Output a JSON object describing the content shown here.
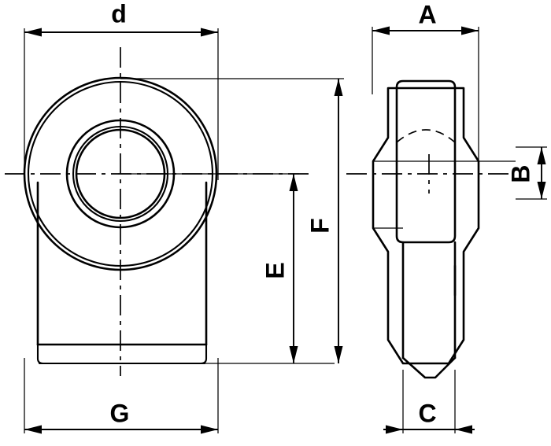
{
  "drawing": {
    "title": "Rod End Bearing Dimensioned Drawing",
    "line_color": "#000000",
    "background_color": "#ffffff",
    "views": [
      {
        "name": "front-view",
        "label": ""
      },
      {
        "name": "side-view",
        "label": ""
      }
    ],
    "dimensions": {
      "d": {
        "label": "d",
        "orientation": "horizontal",
        "view": "front-view",
        "position": "top"
      },
      "G": {
        "label": "G",
        "orientation": "horizontal",
        "view": "front-view",
        "position": "bottom"
      },
      "E": {
        "label": "E",
        "orientation": "vertical",
        "view": "front-view",
        "position": "right-inner"
      },
      "F": {
        "label": "F",
        "orientation": "vertical",
        "view": "front-view",
        "position": "right-outer"
      },
      "A": {
        "label": "A",
        "orientation": "horizontal",
        "view": "side-view",
        "position": "top"
      },
      "B": {
        "label": "B",
        "orientation": "vertical",
        "view": "side-view",
        "position": "right"
      },
      "C": {
        "label": "C",
        "orientation": "horizontal",
        "view": "side-view",
        "position": "bottom"
      }
    },
    "labels": {
      "d": "d",
      "A": "A",
      "B": "B",
      "C": "C",
      "E": "E",
      "F": "F",
      "G": "G"
    }
  }
}
